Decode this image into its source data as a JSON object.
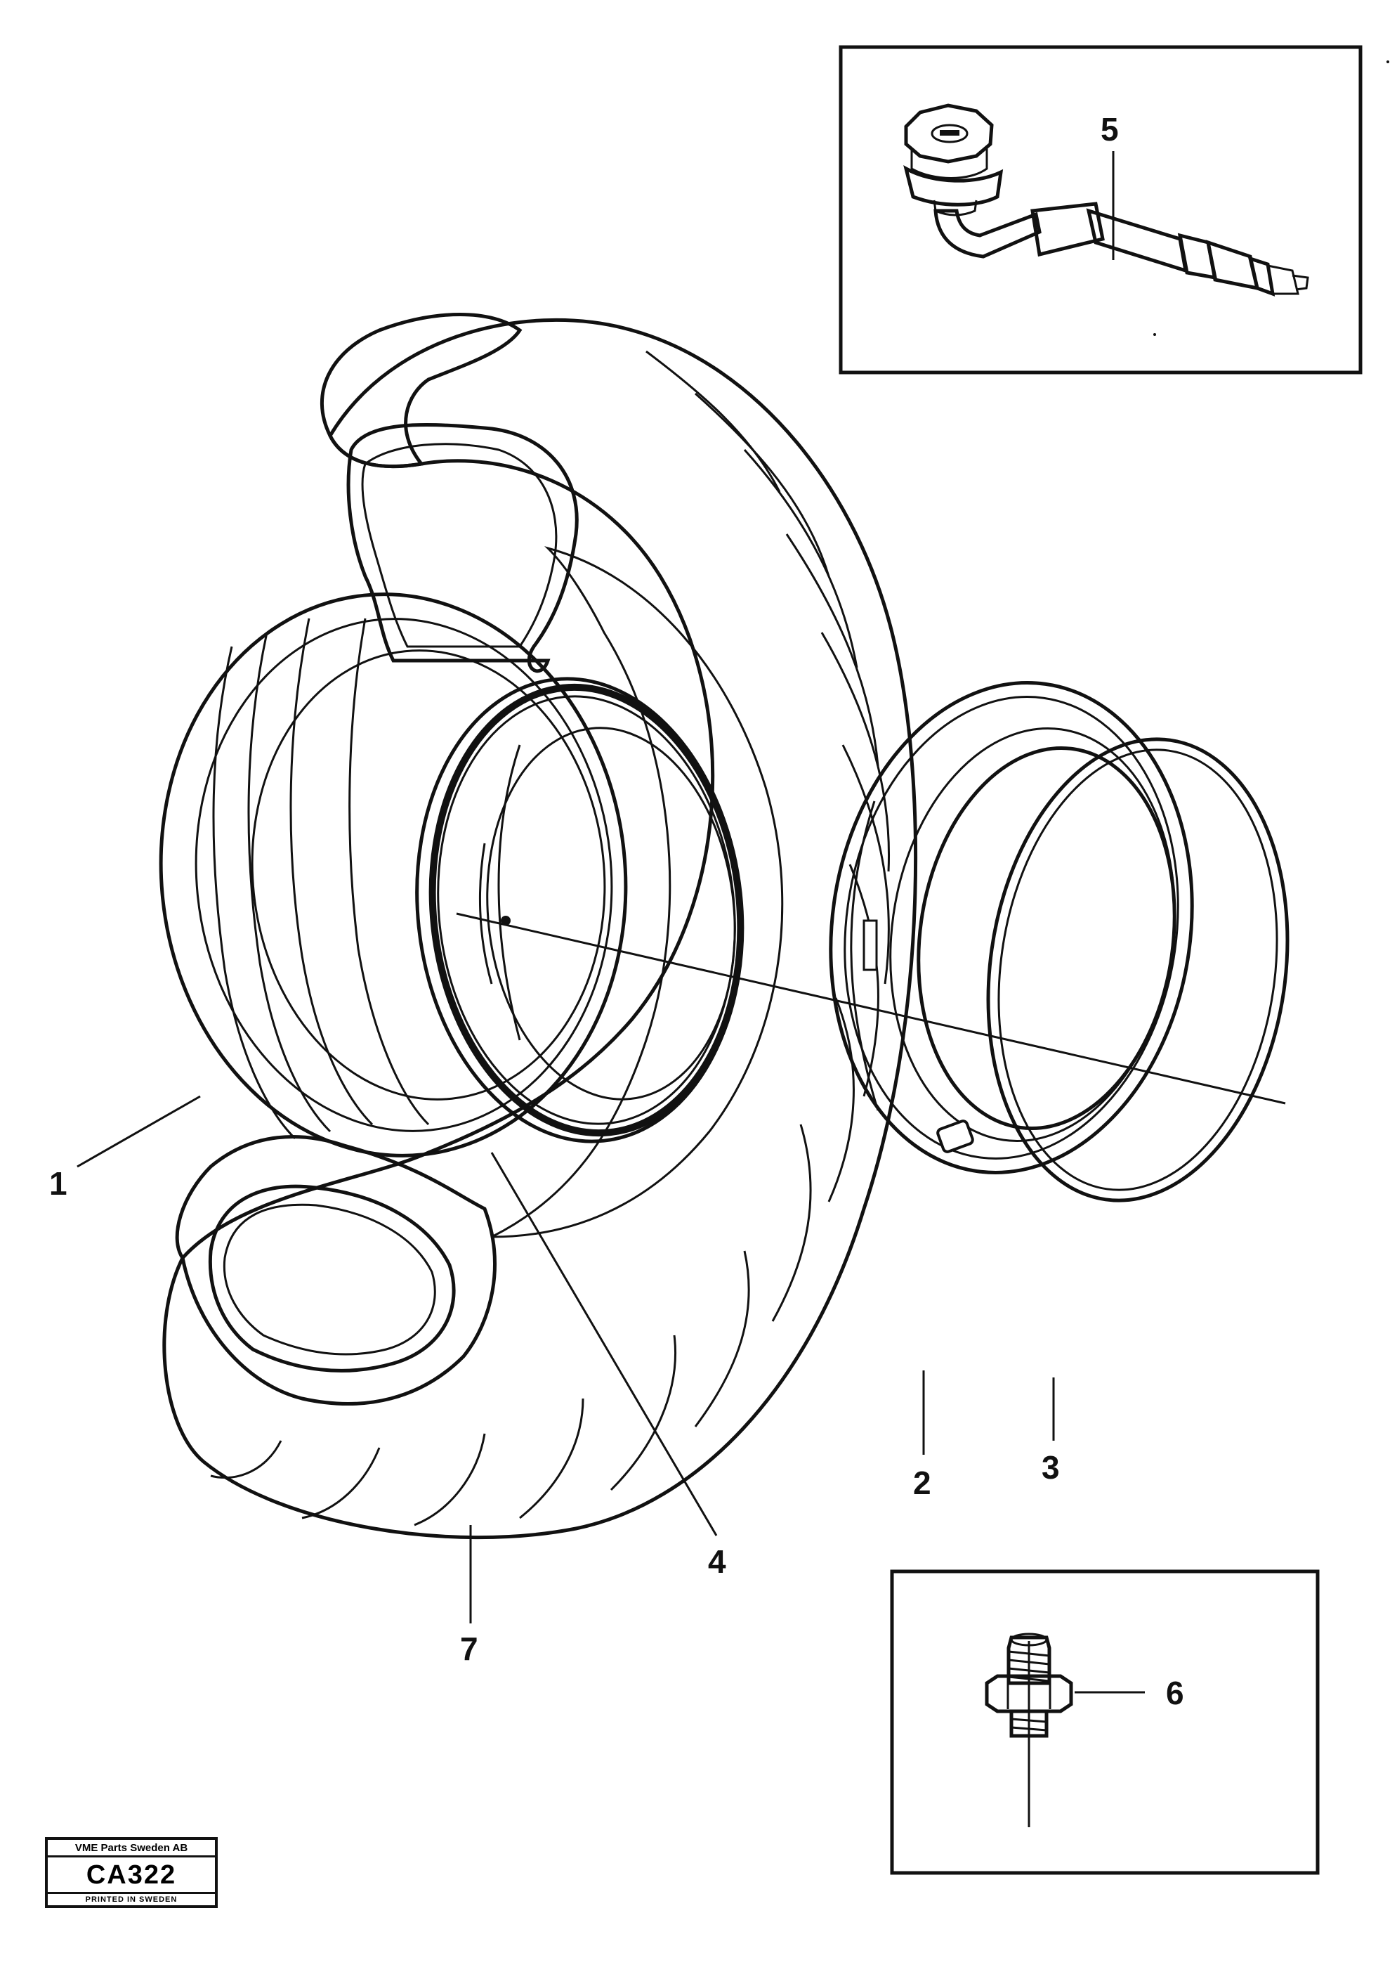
{
  "callouts": {
    "c1": "1",
    "c2": "2",
    "c3": "3",
    "c4": "4",
    "c5": "5",
    "c6": "6",
    "c7": "7"
  },
  "stamp": {
    "company": "VME Parts Sweden AB",
    "code": "CA322",
    "printed": "PRINTED IN SWEDEN"
  },
  "colors": {
    "ink": "#111111",
    "paper": "#ffffff"
  }
}
